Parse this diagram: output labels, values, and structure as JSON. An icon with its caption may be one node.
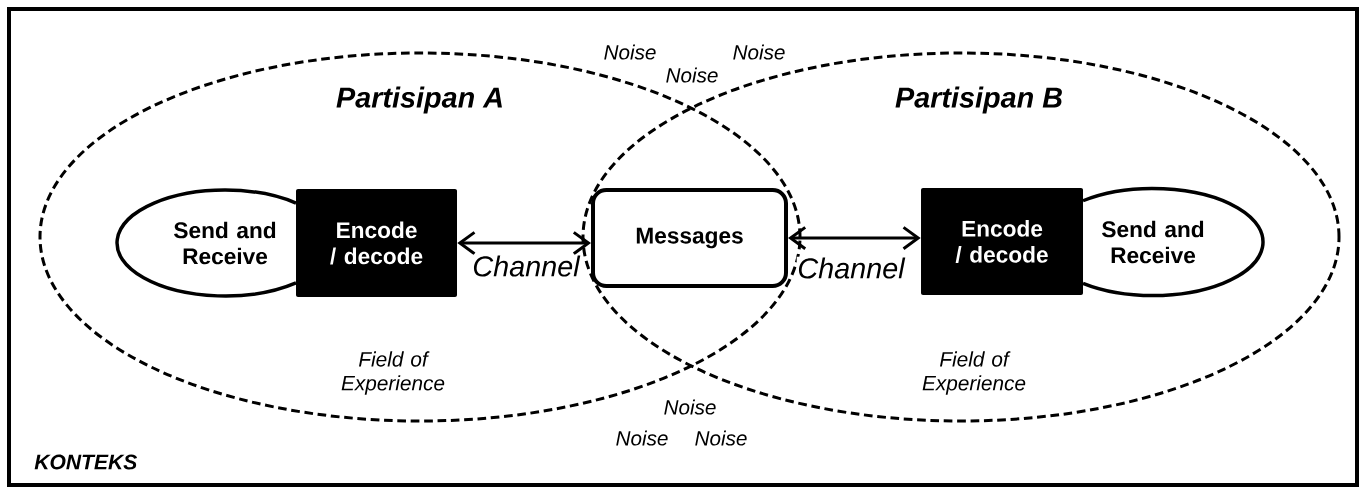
{
  "diagram": {
    "nodes": [
      {
        "text": [
          "KONTEKS"
        ]
      },
      {
        "text": [
          "Partisipan A",
          "Field of Experience"
        ],
        "in": 0
      },
      {
        "text": [
          "Partisipan B",
          "Field of Experience"
        ],
        "in": 0
      },
      {
        "text": [
          "Send and Receive"
        ],
        "in": 1
      },
      {
        "text": [
          "Encode / decode"
        ],
        "in": 1
      },
      {
        "text": [
          "Messages"
        ]
      },
      {
        "text": [
          "Encode / decode"
        ],
        "in": 2
      },
      {
        "text": [
          "Send and Receive"
        ],
        "in": 2
      }
    ],
    "edges": [
      {
        "from": 4,
        "to": 5,
        "arrow": "both",
        "label": "Channel"
      },
      {
        "from": 5,
        "to": 6,
        "arrow": "both",
        "label": "Channel"
      }
    ],
    "labels": [
      "Noise",
      "Noise",
      "Noise",
      "Noise",
      "Noise",
      "Noise"
    ]
  }
}
